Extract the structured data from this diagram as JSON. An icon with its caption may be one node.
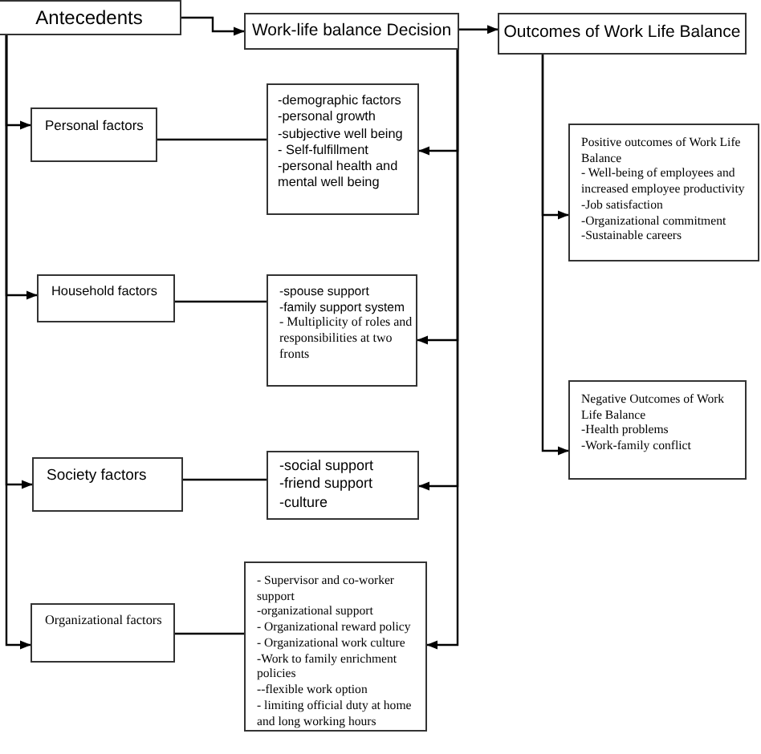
{
  "diagram": {
    "nodes": [
      {
        "text": [
          "Antecedents"
        ]
      },
      {
        "text": [
          "Work-life balance Decision"
        ]
      },
      {
        "text": [
          "Outcomes of Work Life Balance"
        ]
      },
      {
        "text": [
          "Personal factors"
        ]
      },
      {
        "text": [
          "-demographic factors",
          "-personal growth",
          "-subjective well being",
          "- Self-fulfillment",
          "-personal health and mental well being"
        ]
      },
      {
        "text": [
          "Positive outcomes of Work Life Balance",
          "- Well-being of employees and increased employee productivity",
          "-Job satisfaction",
          "-Organizational commitment",
          "-Sustainable careers"
        ]
      },
      {
        "text": [
          "Household factors"
        ]
      },
      {
        "text": [
          "-spouse support",
          "-family support system",
          "- Multiplicity of roles and responsibilities at two fronts"
        ]
      },
      {
        "text": [
          "Negative Outcomes of Work Life Balance",
          "-Health problems",
          "-Work-family conflict"
        ]
      },
      {
        "text": [
          "Society factors"
        ]
      },
      {
        "text": [
          "-social support",
          "-friend support",
          "-culture"
        ]
      },
      {
        "text": [
          "Organizational factors"
        ]
      },
      {
        "text": [
          "- Supervisor and co-worker support",
          "-organizational support",
          "- Organizational reward policy",
          "- Organizational work culture",
          "-Work to family enrichment policies",
          "--flexible work option",
          "- limiting official duty at home and long working hours"
        ]
      }
    ],
    "edges": [
      {
        "from": 0,
        "to": 1,
        "arrow": "to"
      },
      {
        "from": 1,
        "to": 2,
        "arrow": "to"
      },
      {
        "from": 0,
        "to": 3,
        "arrow": "to"
      },
      {
        "from": 0,
        "to": 6,
        "arrow": "to"
      },
      {
        "from": 0,
        "to": 9,
        "arrow": "to"
      },
      {
        "from": 0,
        "to": 11,
        "arrow": "to"
      },
      {
        "from": 1,
        "to": 4,
        "arrow": "to"
      },
      {
        "from": 1,
        "to": 7,
        "arrow": "to"
      },
      {
        "from": 1,
        "to": 10,
        "arrow": "to"
      },
      {
        "from": 1,
        "to": 12,
        "arrow": "to"
      },
      {
        "from": 2,
        "to": 5,
        "arrow": "to"
      },
      {
        "from": 2,
        "to": 8,
        "arrow": "to"
      },
      {
        "from": 3,
        "to": 4,
        "arrow": "none"
      },
      {
        "from": 6,
        "to": 7,
        "arrow": "none"
      },
      {
        "from": 9,
        "to": 10,
        "arrow": "none"
      },
      {
        "from": 11,
        "to": 12,
        "arrow": "none"
      }
    ]
  }
}
